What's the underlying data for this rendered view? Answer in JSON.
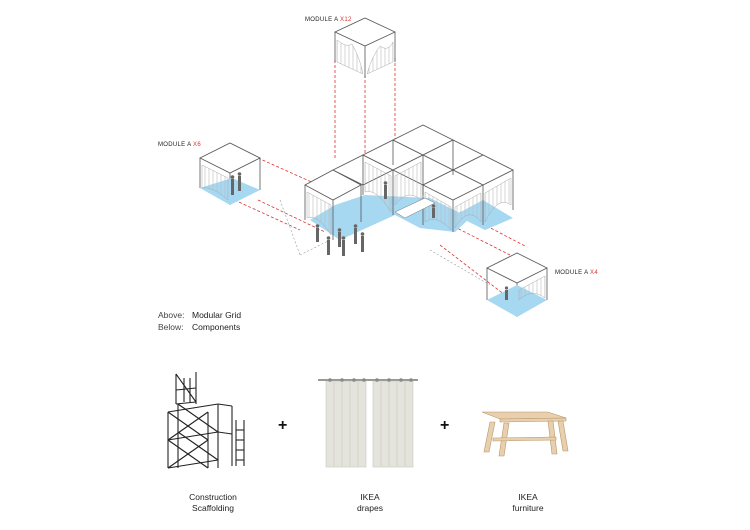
{
  "modules": {
    "top": {
      "label": "MODULE A",
      "count": "X12"
    },
    "left": {
      "label": "MODULE A",
      "count": "X6"
    },
    "right": {
      "label": "MODULE A",
      "count": "X4"
    }
  },
  "legend": {
    "above_key": "Above:",
    "above_val": "Modular Grid",
    "below_key": "Below:",
    "below_val": "Components"
  },
  "components": [
    {
      "line1": "Construction",
      "line2": "Scaffolding"
    },
    {
      "line1": "IKEA",
      "line2": "drapes"
    },
    {
      "line1": "IKEA",
      "line2": "furniture"
    }
  ],
  "plus": "+",
  "colors": {
    "floor": "#a6d8f2",
    "accent": "#e03030",
    "frame": "#666666",
    "drape": "#e4e3dc"
  }
}
